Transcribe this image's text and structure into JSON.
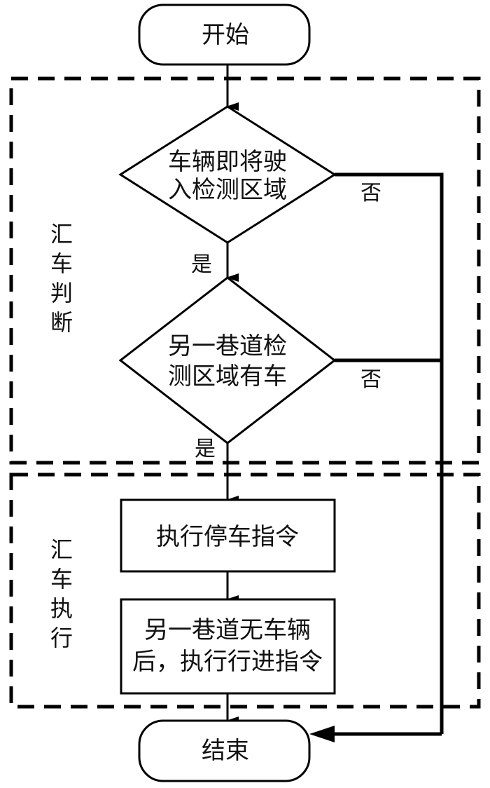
{
  "diagram": {
    "type": "flowchart",
    "colors": {
      "stroke": "#000000",
      "text": "#111111",
      "background": "#ffffff"
    },
    "nodes": {
      "start": {
        "shape": "terminator",
        "lines": [
          "开始"
        ]
      },
      "decision1": {
        "shape": "decision",
        "lines": [
          "车辆即将驶",
          "入检测区域"
        ]
      },
      "decision2": {
        "shape": "decision",
        "lines": [
          "另一巷道检",
          "测区域有车"
        ]
      },
      "process1": {
        "shape": "process",
        "lines": [
          "执行停车指令"
        ]
      },
      "process2": {
        "shape": "process",
        "lines": [
          "另一巷道无车辆",
          "后，执行行进指令"
        ]
      },
      "end": {
        "shape": "terminator",
        "lines": [
          "结束"
        ]
      }
    },
    "edges": [
      {
        "from": "start",
        "to": "decision1",
        "label": ""
      },
      {
        "from": "decision1",
        "to": "decision2",
        "label": "是"
      },
      {
        "from": "decision1",
        "to": "end",
        "label": "否"
      },
      {
        "from": "decision2",
        "to": "process1",
        "label": "是"
      },
      {
        "from": "decision2",
        "to": "end",
        "label": "否"
      },
      {
        "from": "process1",
        "to": "process2",
        "label": ""
      },
      {
        "from": "process2",
        "to": "end",
        "label": ""
      }
    ],
    "labels": {
      "yes": "是",
      "no": "否"
    },
    "groups": [
      {
        "id": "merge-judgment",
        "label_chars": [
          "汇",
          "车",
          "判",
          "断"
        ],
        "contains": [
          "decision1",
          "decision2"
        ]
      },
      {
        "id": "merge-execution",
        "label_chars": [
          "汇",
          "车",
          "执",
          "行"
        ],
        "contains": [
          "process1",
          "process2"
        ]
      }
    ]
  }
}
